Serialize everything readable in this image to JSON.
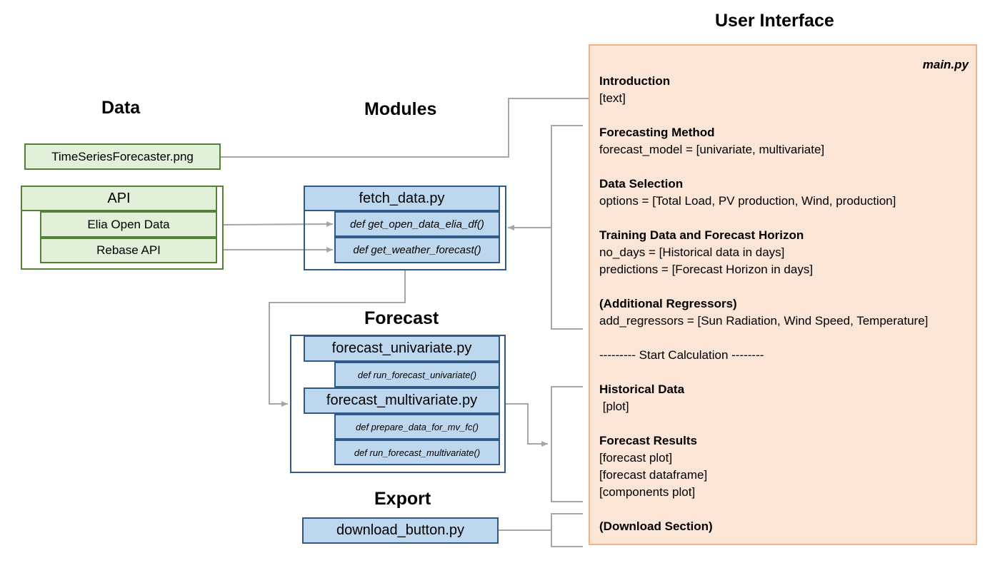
{
  "headings": {
    "data": "Data",
    "modules": "Modules",
    "forecast": "Forecast",
    "export": "Export",
    "user_interface": "User Interface"
  },
  "data_section": {
    "image_file": "TimeSeriesForecaster.png",
    "api_title": "API",
    "api_items": [
      "Elia Open Data",
      "Rebase API"
    ]
  },
  "modules_section": {
    "file": "fetch_data.py",
    "functions": [
      "def get_open_data_elia_df()",
      "def get_weather_forecast()"
    ]
  },
  "forecast_section": {
    "univariate_file": "forecast_univariate.py",
    "univariate_functions": [
      "def run_forecast_univariate()"
    ],
    "multivariate_file": "forecast_multivariate.py",
    "multivariate_functions": [
      "def prepare_data_for_mv_fc()",
      "def run_forecast_multivariate()"
    ]
  },
  "export_section": {
    "file": "download_button.py"
  },
  "ui_panel": {
    "file_label": "main.py",
    "lines": [
      {
        "text": "Introduction",
        "bold": true
      },
      {
        "text": "[text]",
        "bold": false
      },
      {
        "text": "Forecasting Method",
        "bold": true
      },
      {
        "text": "forecast_model = [univariate, multivariate]",
        "bold": false
      },
      {
        "text": "Data Selection",
        "bold": true
      },
      {
        "text": "options = [Total Load, PV production, Wind, production]",
        "bold": false
      },
      {
        "text": "Training Data and Forecast Horizon",
        "bold": true
      },
      {
        "text": "no_days = [Historical data in days]",
        "bold": false
      },
      {
        "text": "predictions = [Forecast Horizon in days]",
        "bold": false
      },
      {
        "text": "(Additional Regressors)",
        "bold": true
      },
      {
        "text": "add_regressors = [Sun Radiation, Wind Speed, Temperature]",
        "bold": false
      },
      {
        "text": "--------- Start Calculation --------",
        "bold": false
      },
      {
        "text": "Historical Data",
        "bold": true
      },
      {
        "text": " [plot]",
        "bold": false
      },
      {
        "text": "Forecast Results",
        "bold": true
      },
      {
        "text": "[forecast plot]",
        "bold": false
      },
      {
        "text": "[forecast dataframe]",
        "bold": false
      },
      {
        "text": "[components plot]",
        "bold": false
      },
      {
        "text": "(Download Section)",
        "bold": true
      }
    ]
  },
  "colors": {
    "green_fill": "#e2efd9",
    "green_border": "#538135",
    "blue_fill": "#bdd7ee",
    "blue_border": "#2e5a87",
    "ui_fill": "#fbe5d6",
    "ui_border": "#f4b183",
    "connector": "#a6a6a6"
  }
}
